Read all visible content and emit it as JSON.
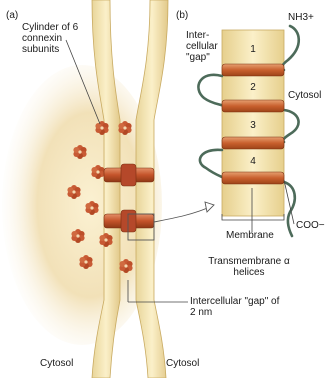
{
  "panel_a": {
    "label": "(a)",
    "cylinder_label": "Cylinder of 6 connexin subunits",
    "gap_label": "Intercellular \"gap\" of 2 nm",
    "cytosol_left": "Cytosol",
    "cytosol_right": "Cytosol"
  },
  "panel_b": {
    "label": "(b)",
    "intercellular_label": "Inter-cellular \"gap\"",
    "nh3_label": "NH3+",
    "cytosol_label": "Cytosol",
    "membrane_label": "Membrane",
    "coo_label": "COO−",
    "helices_label": "Transmembrane α helices",
    "helix_numbers": [
      "1",
      "2",
      "3",
      "4"
    ]
  },
  "colors": {
    "membrane": "#f3e2a2",
    "connexon": "#c8552a",
    "helix": "#d07a3e",
    "loop": "#4d6b5a"
  }
}
